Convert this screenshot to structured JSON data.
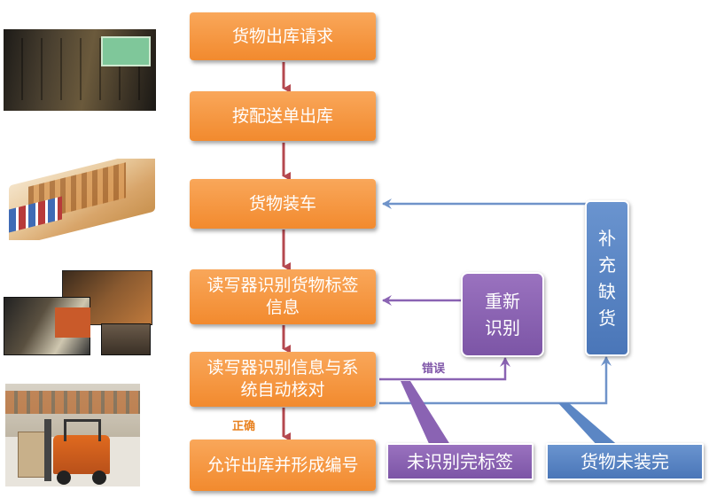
{
  "colors": {
    "step_box": "#f7983f",
    "recheck_box": "#8a63b3",
    "supplement_box": "#5b86c4",
    "main_arrow": "#b5484f",
    "feedback_arrow": "#6f93c9",
    "error_line": "#8a63b3",
    "correct_label": "#e8811f",
    "error_label": "#7f56a8"
  },
  "steps": [
    {
      "text": "货物出库请求"
    },
    {
      "text": "按配送单出库"
    },
    {
      "text": "货物装车"
    },
    {
      "text": "读写器识别货物标签信息"
    },
    {
      "text": "读写器识别信息与系统自动核对"
    },
    {
      "text": "允许出库并形成编号"
    }
  ],
  "side": {
    "recheck": "重新识别",
    "supplement": "补充缺货",
    "unrecognized": "未识别完标签",
    "not_loaded": "货物未装完"
  },
  "labels": {
    "error": "错误",
    "correct": "正确"
  },
  "photos": [
    {
      "name": "warehouse-shelves-photo"
    },
    {
      "name": "loading-dock-3d-photo"
    },
    {
      "name": "rfid-reader-pallet-photo"
    },
    {
      "name": "forklift-photo"
    }
  ]
}
